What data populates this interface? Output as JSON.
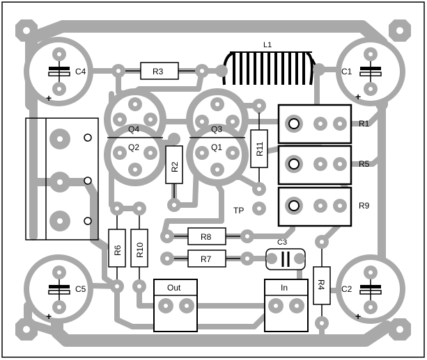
{
  "colors": {
    "trace": "#a9a9a9",
    "pad": "#a9a9a9",
    "outline": "#000000",
    "background": "#ffffff",
    "hole": "#ffffff"
  },
  "components": {
    "l1": "L1",
    "c1": "C1",
    "c2": "C2",
    "c3": "C3",
    "c4": "C4",
    "c5": "C5",
    "r1": "R1",
    "r2": "R2",
    "r3": "R3",
    "r4": "R4",
    "r5": "R5",
    "r6": "R6",
    "r7": "R7",
    "r8": "R8",
    "r9": "R9",
    "r10": "R10",
    "r11": "R11",
    "q1": "Q1",
    "q2": "Q2",
    "q3": "Q3",
    "q4": "Q4",
    "tp": "TP",
    "out": "Out",
    "in": "In",
    "plus": "+"
  }
}
